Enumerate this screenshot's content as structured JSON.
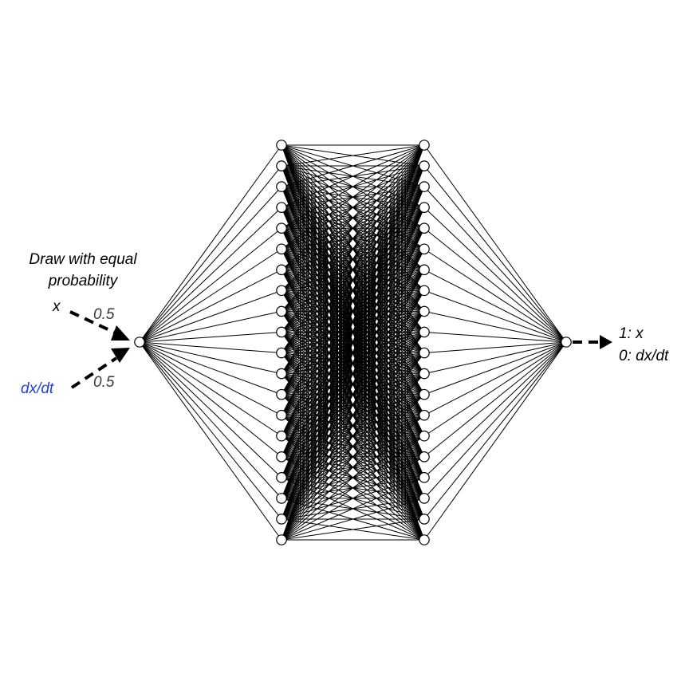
{
  "caption": {
    "line1": "Draw with equal",
    "line2": "probability"
  },
  "inputs": [
    {
      "label": "x",
      "probability": "0.5",
      "color": "#000000"
    },
    {
      "label": "dx/dt",
      "probability": "0.5",
      "color": "#1f3fe0"
    }
  ],
  "network": {
    "input_nodes": 1,
    "hidden_layer_1_nodes": 20,
    "hidden_layer_2_nodes": 20,
    "output_nodes": 1
  },
  "output": {
    "line1": "1: x",
    "line2": "0: dx/dt"
  }
}
